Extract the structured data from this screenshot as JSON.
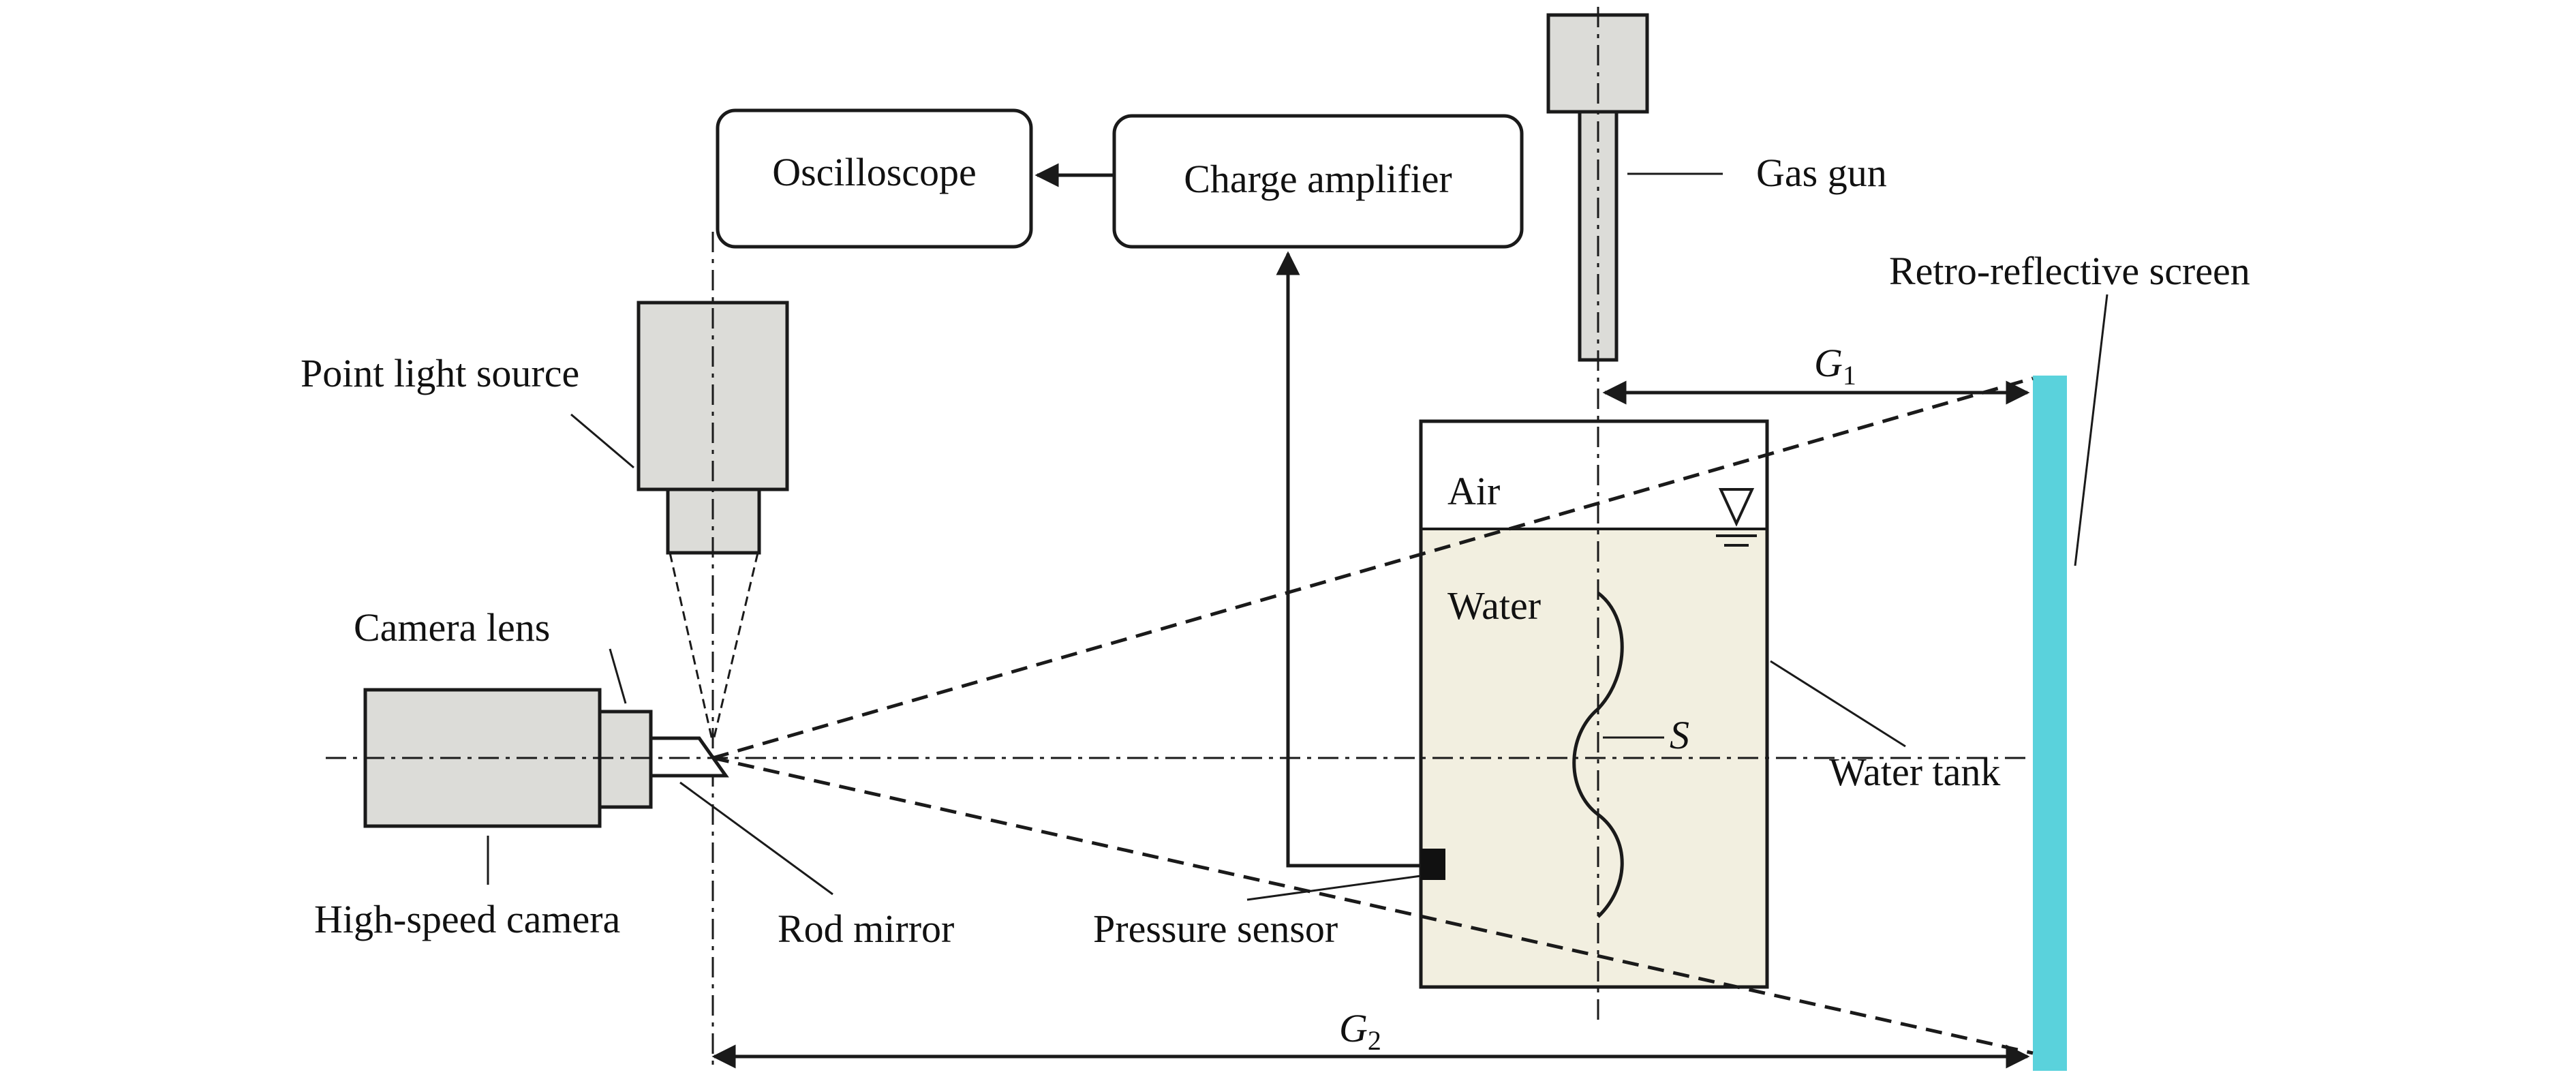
{
  "labels": {
    "oscilloscope": "Oscilloscope",
    "charge_amplifier": "Charge amplifier",
    "gas_gun": "Gas gun",
    "retro_reflective_screen": "Retro-reflective screen",
    "point_light_source": "Point light source",
    "camera_lens": "Camera lens",
    "high_speed_camera": "High-speed camera",
    "rod_mirror": "Rod mirror",
    "pressure_sensor": "Pressure sensor",
    "air": "Air",
    "water": "Water",
    "water_tank": "Water tank",
    "s": "S",
    "g1": "G",
    "g1_sub": "1",
    "g2": "G",
    "g2_sub": "2"
  },
  "colors": {
    "screen": "#5ad2dc",
    "water": "#f2efe0",
    "device": "#dcdcd8",
    "line": "#1a1a1a"
  }
}
